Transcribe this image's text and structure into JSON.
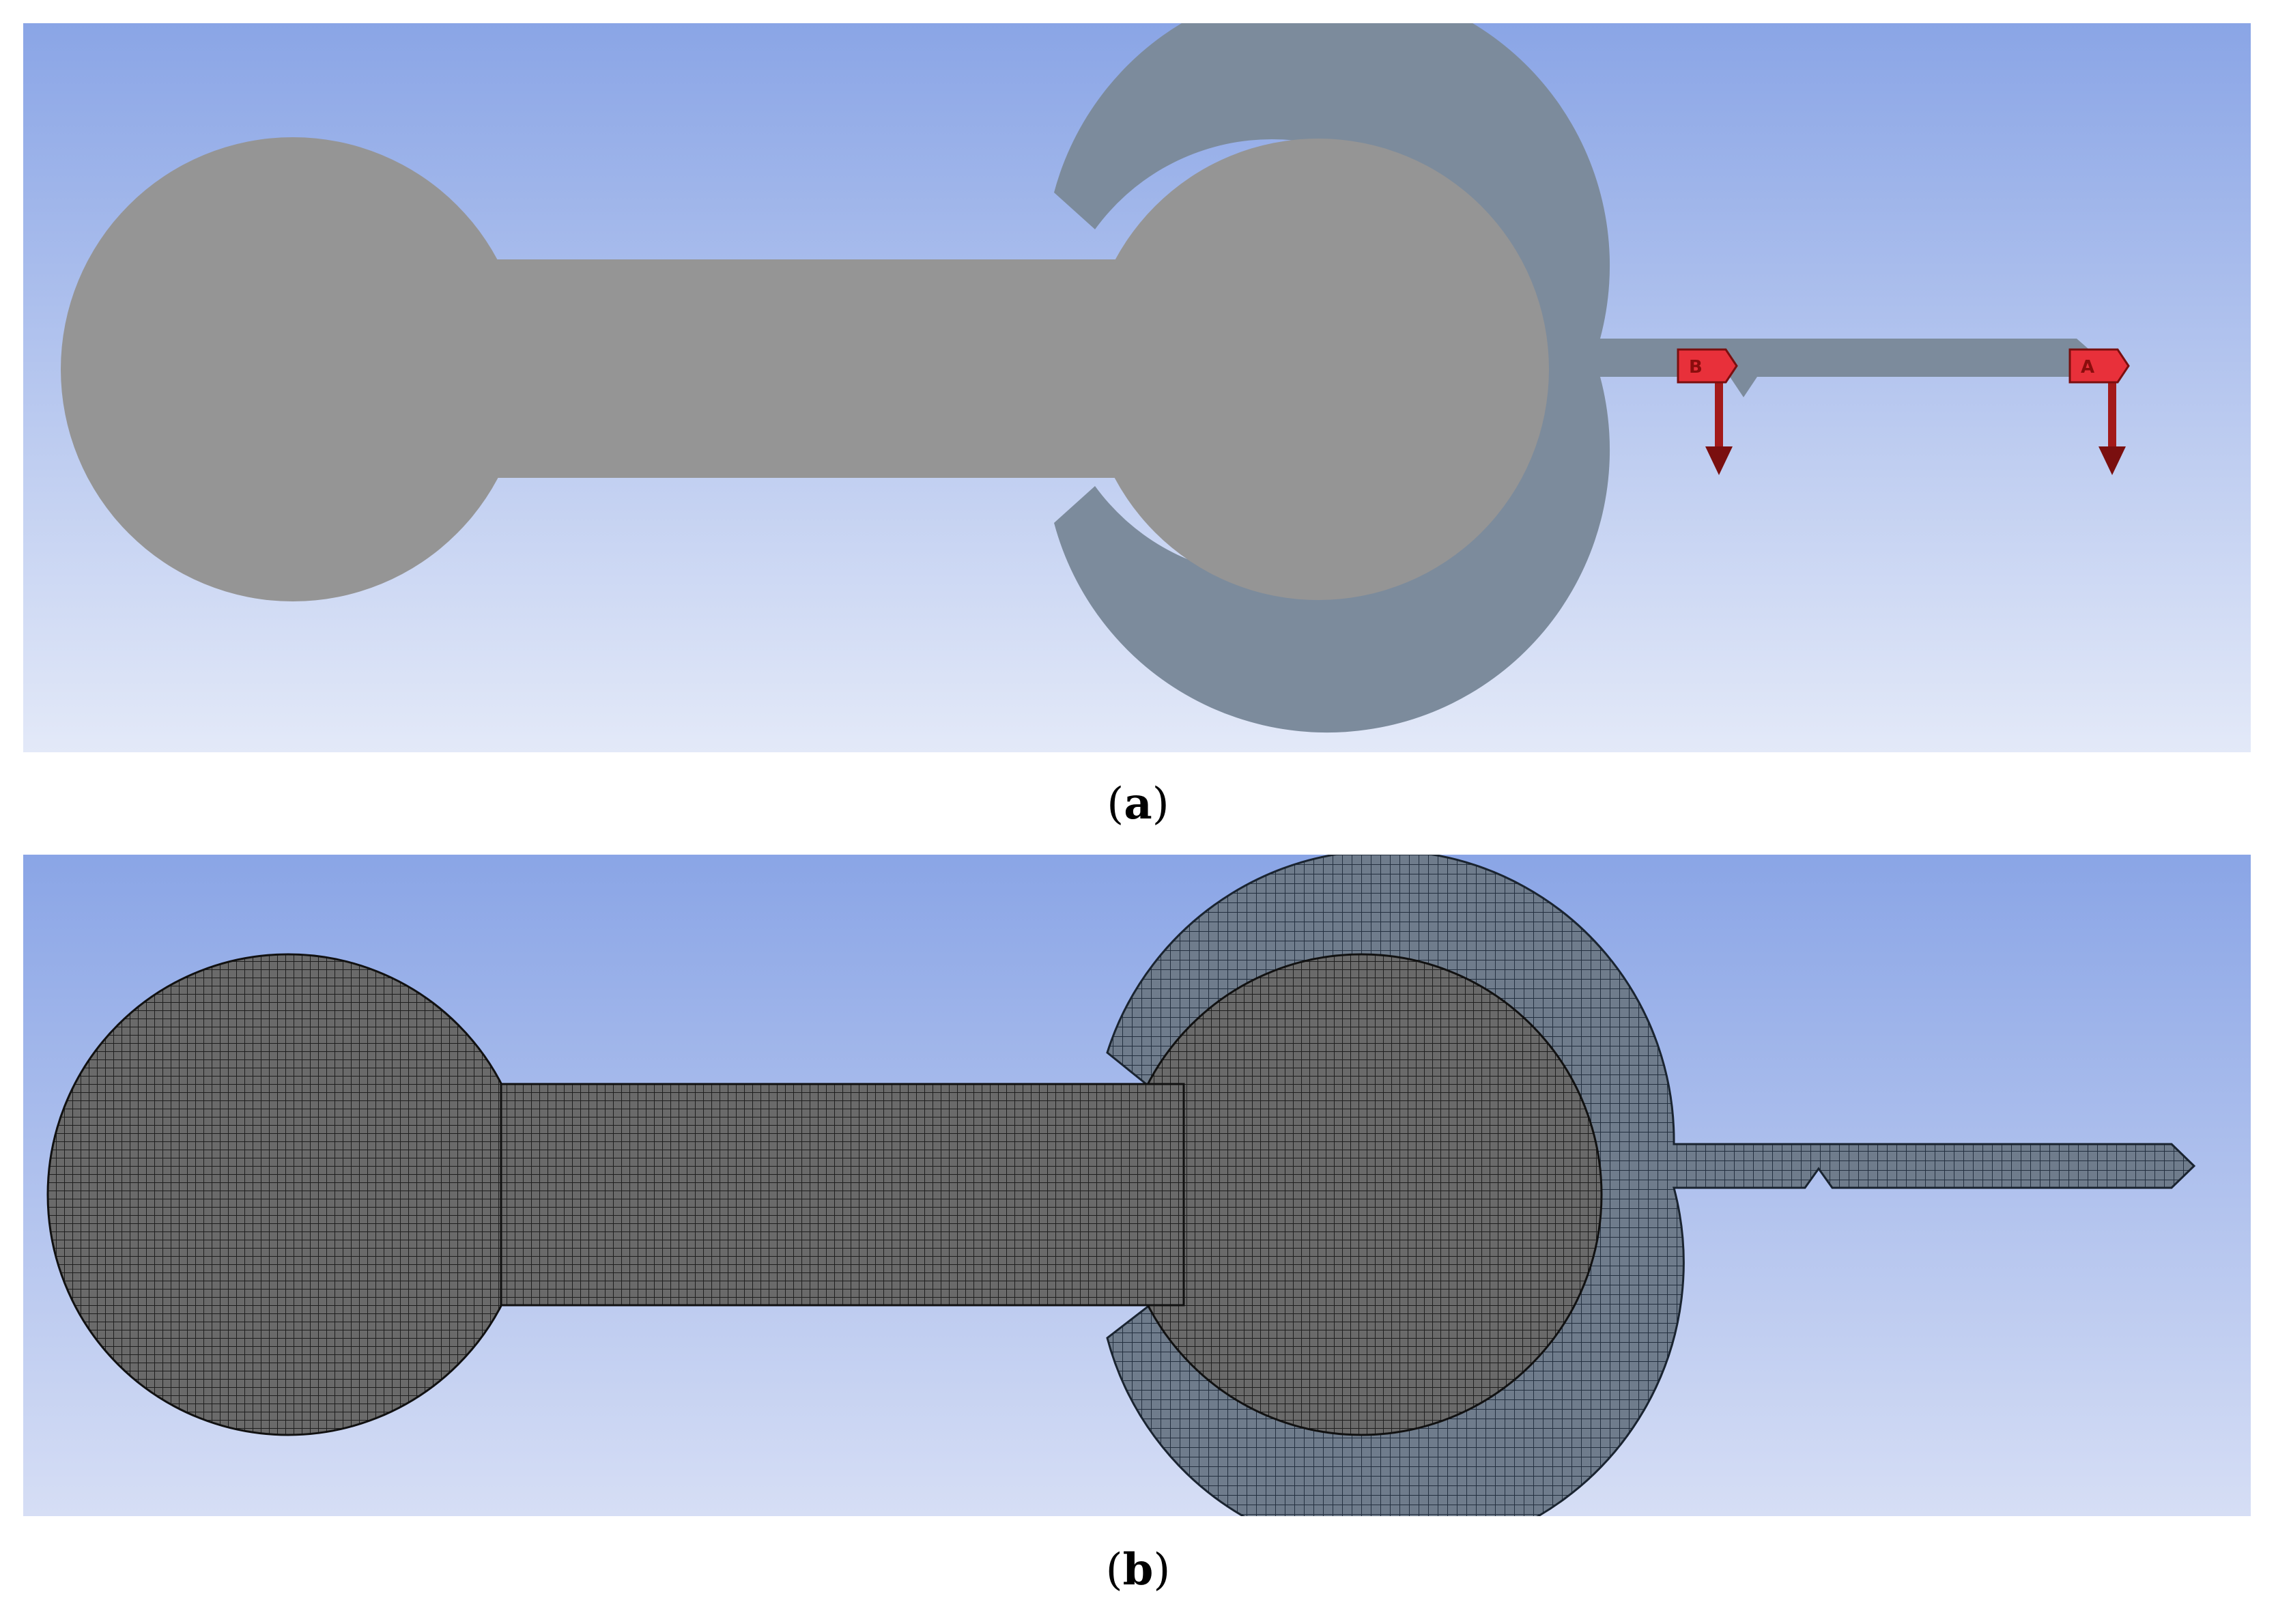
{
  "panels": [
    {
      "id": "a",
      "caption_open": "(",
      "caption_letter": "a",
      "caption_close": ")",
      "labels": {
        "load_b": "B",
        "load_a": "A"
      }
    },
    {
      "id": "b",
      "caption_open": "(",
      "caption_letter": "b",
      "caption_close": ")"
    }
  ],
  "colors": {
    "bg_top": "#8aa5e6",
    "bg_bottom": "#e3e9f8",
    "specimen": "#959595",
    "pin": "#7c8b9c",
    "load_flag": "#e8303a",
    "load_arrow": "#a31a1a",
    "mesh_fill": "#5c5c5c",
    "mesh_line": "#222222"
  }
}
